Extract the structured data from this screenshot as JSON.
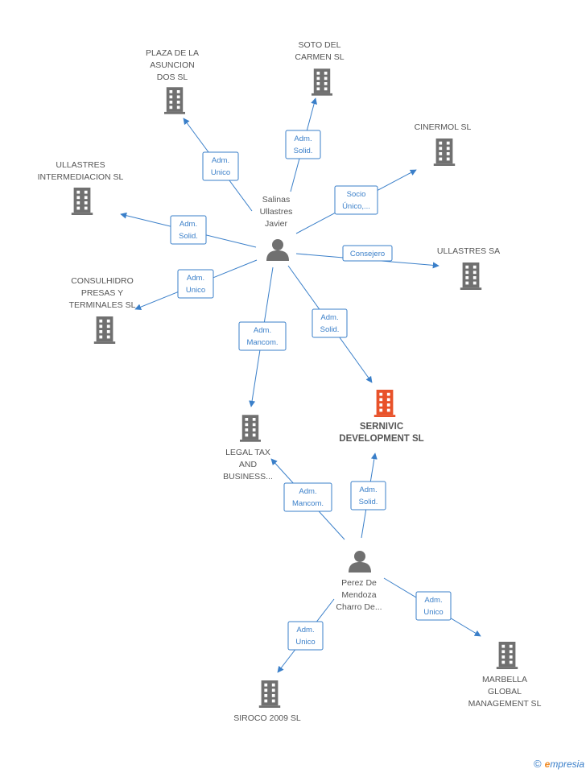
{
  "colors": {
    "company": "#707070",
    "focus_company": "#e8522a",
    "person": "#707070",
    "edge": "#3a7fc9",
    "label": "#555555"
  },
  "persons": [
    {
      "id": "p1",
      "name_lines": [
        "Salinas",
        "Ullastres",
        "Javier"
      ]
    },
    {
      "id": "p2",
      "name_lines": [
        "Perez De",
        "Mendoza",
        "Charro De..."
      ]
    }
  ],
  "companies": [
    {
      "id": "c_plaza",
      "name_lines": [
        "PLAZA DE LA",
        "ASUNCION",
        "DOS  SL"
      ]
    },
    {
      "id": "c_soto",
      "name_lines": [
        "SOTO DEL",
        "CARMEN SL"
      ]
    },
    {
      "id": "c_cinermol",
      "name_lines": [
        "CINERMOL SL"
      ]
    },
    {
      "id": "c_ullinter",
      "name_lines": [
        "ULLASTRES",
        "INTERMEDIACION SL"
      ]
    },
    {
      "id": "c_ullsa",
      "name_lines": [
        "ULLASTRES SA"
      ]
    },
    {
      "id": "c_consul",
      "name_lines": [
        "CONSULHIDRO",
        "PRESAS Y",
        "TERMINALES SL"
      ]
    },
    {
      "id": "c_legal",
      "name_lines": [
        "LEGAL TAX",
        "AND",
        "BUSINESS..."
      ]
    },
    {
      "id": "c_sernivic",
      "name_lines": [
        "SERNIVIC",
        "DEVELOPMENT SL"
      ],
      "focus": true
    },
    {
      "id": "c_siroco",
      "name_lines": [
        "SIROCO 2009 SL"
      ]
    },
    {
      "id": "c_marbella",
      "name_lines": [
        "MARBELLA",
        "GLOBAL",
        "MANAGEMENT SL"
      ]
    }
  ],
  "relations": [
    {
      "from": "p1",
      "to": "c_plaza",
      "label_lines": [
        "Adm.",
        "Unico"
      ]
    },
    {
      "from": "p1",
      "to": "c_soto",
      "label_lines": [
        "Adm.",
        "Solid."
      ]
    },
    {
      "from": "p1",
      "to": "c_cinermol",
      "label_lines": [
        "Socio",
        "Único,..."
      ]
    },
    {
      "from": "p1",
      "to": "c_ullinter",
      "label_lines": [
        "Adm.",
        "Solid."
      ]
    },
    {
      "from": "p1",
      "to": "c_ullsa",
      "label_lines": [
        "Consejero"
      ]
    },
    {
      "from": "p1",
      "to": "c_consul",
      "label_lines": [
        "Adm.",
        "Unico"
      ]
    },
    {
      "from": "p1",
      "to": "c_legal",
      "label_lines": [
        "Adm.",
        "Mancom."
      ]
    },
    {
      "from": "p1",
      "to": "c_sernivic",
      "label_lines": [
        "Adm.",
        "Solid."
      ]
    },
    {
      "from": "p2",
      "to": "c_legal",
      "label_lines": [
        "Adm.",
        "Mancom."
      ]
    },
    {
      "from": "p2",
      "to": "c_sernivic",
      "label_lines": [
        "Adm.",
        "Solid."
      ]
    },
    {
      "from": "p2",
      "to": "c_siroco",
      "label_lines": [
        "Adm.",
        "Unico"
      ]
    },
    {
      "from": "p2",
      "to": "c_marbella",
      "label_lines": [
        "Adm.",
        "Unico"
      ]
    }
  ],
  "footer": {
    "copyright": "©",
    "brand_initial": "e",
    "brand_rest": "mpresia"
  }
}
